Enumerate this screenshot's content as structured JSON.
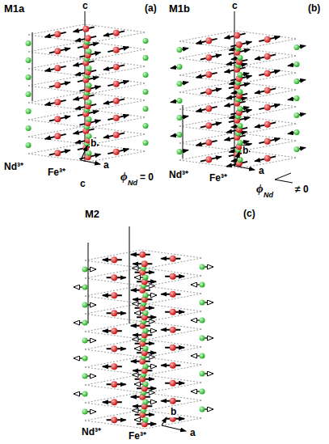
{
  "diagram": {
    "labels": [
      "M1a",
      "(a)",
      "c",
      "b",
      "Nd³⁺",
      "Fe³⁺",
      "a",
      "c",
      "ϕ",
      "Nd",
      "= 0",
      "M1b",
      "c",
      "(b)",
      "b",
      "Nd³⁺",
      "Fe³⁺",
      "a",
      "ϕ",
      "Nd",
      "≠ 0",
      "M2",
      "(c)",
      "b",
      "Nd³⁺",
      "Fe³⁺",
      "a"
    ]
  }
}
